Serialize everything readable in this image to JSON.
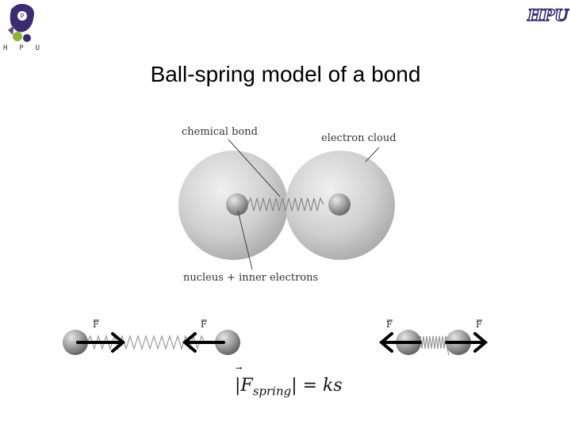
{
  "slide": {
    "title": "Ball-spring model of a bond",
    "logo_left_letters": [
      "H",
      "P",
      "U"
    ],
    "logo_right_text": "HPU"
  },
  "figure": {
    "label_chemical_bond": "chemical bond",
    "label_electron_cloud": "electron cloud",
    "label_nucleus": "nucleus + inner electrons"
  },
  "forces": {
    "stretched_left_label": "F",
    "stretched_right_label": "F",
    "compressed_left_label": "F",
    "compressed_right_label": "F"
  },
  "formula": {
    "lhs_symbol": "F",
    "lhs_subscript": "spring",
    "rhs": "= ks"
  },
  "colors": {
    "cloud": "#c8c8c8",
    "nucleus": "#9a9a9a",
    "arrow": "#000000"
  }
}
